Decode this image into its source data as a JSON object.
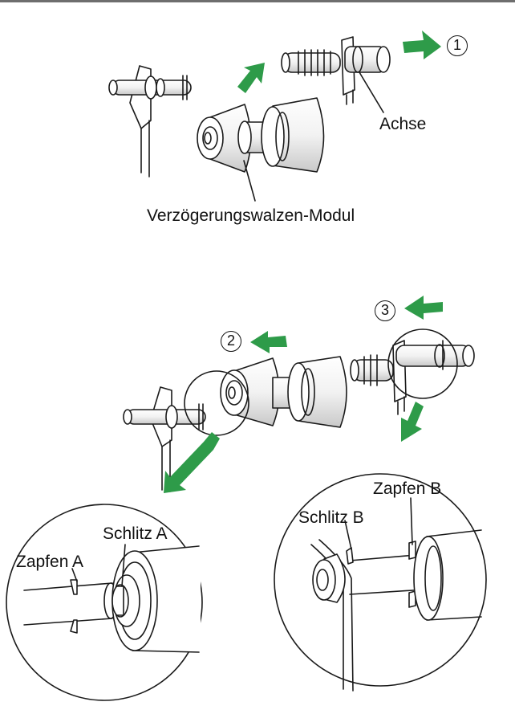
{
  "labels": {
    "achse": "Achse",
    "module": "Verzögerungswalzen-Modul",
    "zapfen_a": "Zapfen A",
    "schlitz_a": "Schlitz A",
    "zapfen_b": "Zapfen B",
    "schlitz_b": "Schlitz B"
  },
  "steps": {
    "s1": "1",
    "s2": "2",
    "s3": "3"
  },
  "colors": {
    "arrow": "#2e9b49",
    "line": "#1a1a1a"
  },
  "icons": [
    "arrow-right-icon",
    "arrow-left-icon",
    "arrow-diagonal-icon"
  ]
}
